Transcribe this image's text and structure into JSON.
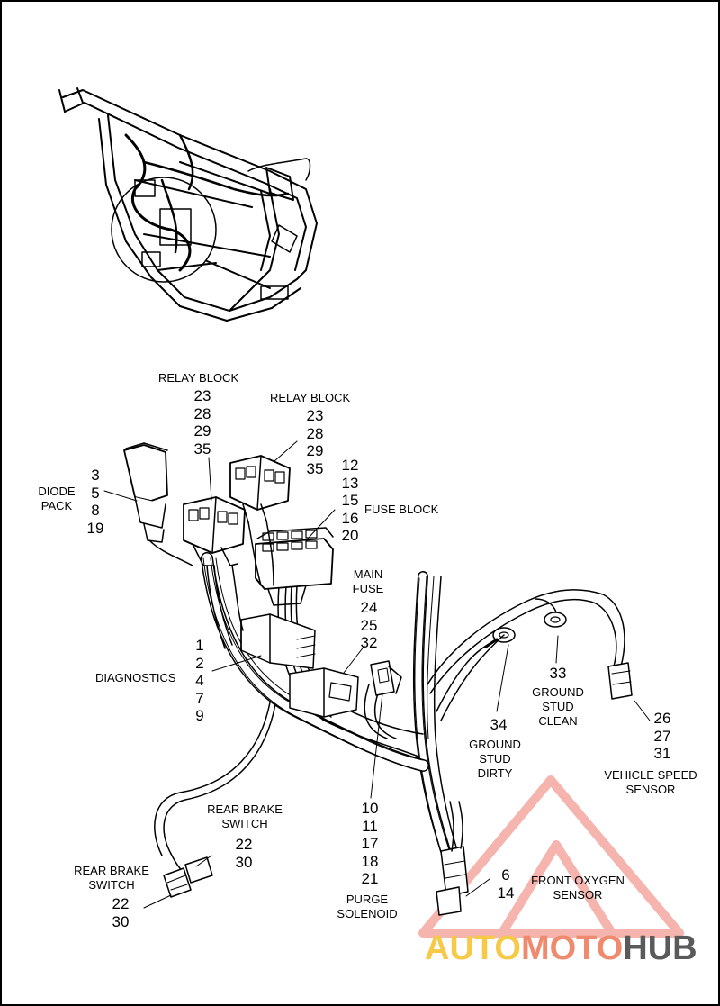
{
  "labels": {
    "relay_block_1": "RELAY BLOCK",
    "relay_block_2": "RELAY BLOCK",
    "diode_pack": [
      "DIODE",
      "PACK"
    ],
    "fuse_block": "FUSE BLOCK",
    "main_fuse": [
      "MAIN",
      "FUSE"
    ],
    "diagnostics": "DIAGNOSTICS",
    "ground_stud_clean": [
      "GROUND",
      "STUD",
      "CLEAN"
    ],
    "ground_stud_dirty": [
      "GROUND",
      "STUD",
      "DIRTY"
    ],
    "vehicle_speed_sensor": [
      "VEHICLE SPEED",
      "SENSOR"
    ],
    "rear_brake_switch_1": [
      "REAR BRAKE",
      "SWITCH"
    ],
    "rear_brake_switch_2": [
      "REAR BRAKE",
      "SWITCH"
    ],
    "purge_solenoid": [
      "PURGE",
      "SOLENOID"
    ],
    "front_oxygen_sensor": [
      "FRONT OXYGEN",
      "SENSOR"
    ]
  },
  "callouts": {
    "relay_block_1": [
      "23",
      "28",
      "29",
      "35"
    ],
    "relay_block_2": [
      "23",
      "28",
      "29",
      "35"
    ],
    "diode_pack": [
      "3",
      "5",
      "8",
      "19"
    ],
    "fuse_block": [
      "12",
      "13",
      "15",
      "16",
      "20"
    ],
    "main_fuse": [
      "24",
      "25",
      "32"
    ],
    "diagnostics": [
      "1",
      "2",
      "4",
      "7",
      "9"
    ],
    "ground_stud_clean": [
      "33"
    ],
    "ground_stud_dirty": [
      "34"
    ],
    "vehicle_speed_sensor": [
      "26",
      "27",
      "31"
    ],
    "rear_brake_switch_1": [
      "22",
      "30"
    ],
    "rear_brake_switch_2": [
      "22",
      "30"
    ],
    "purge_solenoid": [
      "10",
      "11",
      "17",
      "18",
      "21"
    ],
    "front_oxygen_sensor": [
      "6",
      "14"
    ]
  },
  "watermark": {
    "part1": "AUTO",
    "part2": "MOTO",
    "part3": "HUB"
  },
  "colors": {
    "watermark_red": "#e8534a",
    "watermark_yellow": "#f7c948",
    "watermark_gray": "#5a5a5a"
  }
}
